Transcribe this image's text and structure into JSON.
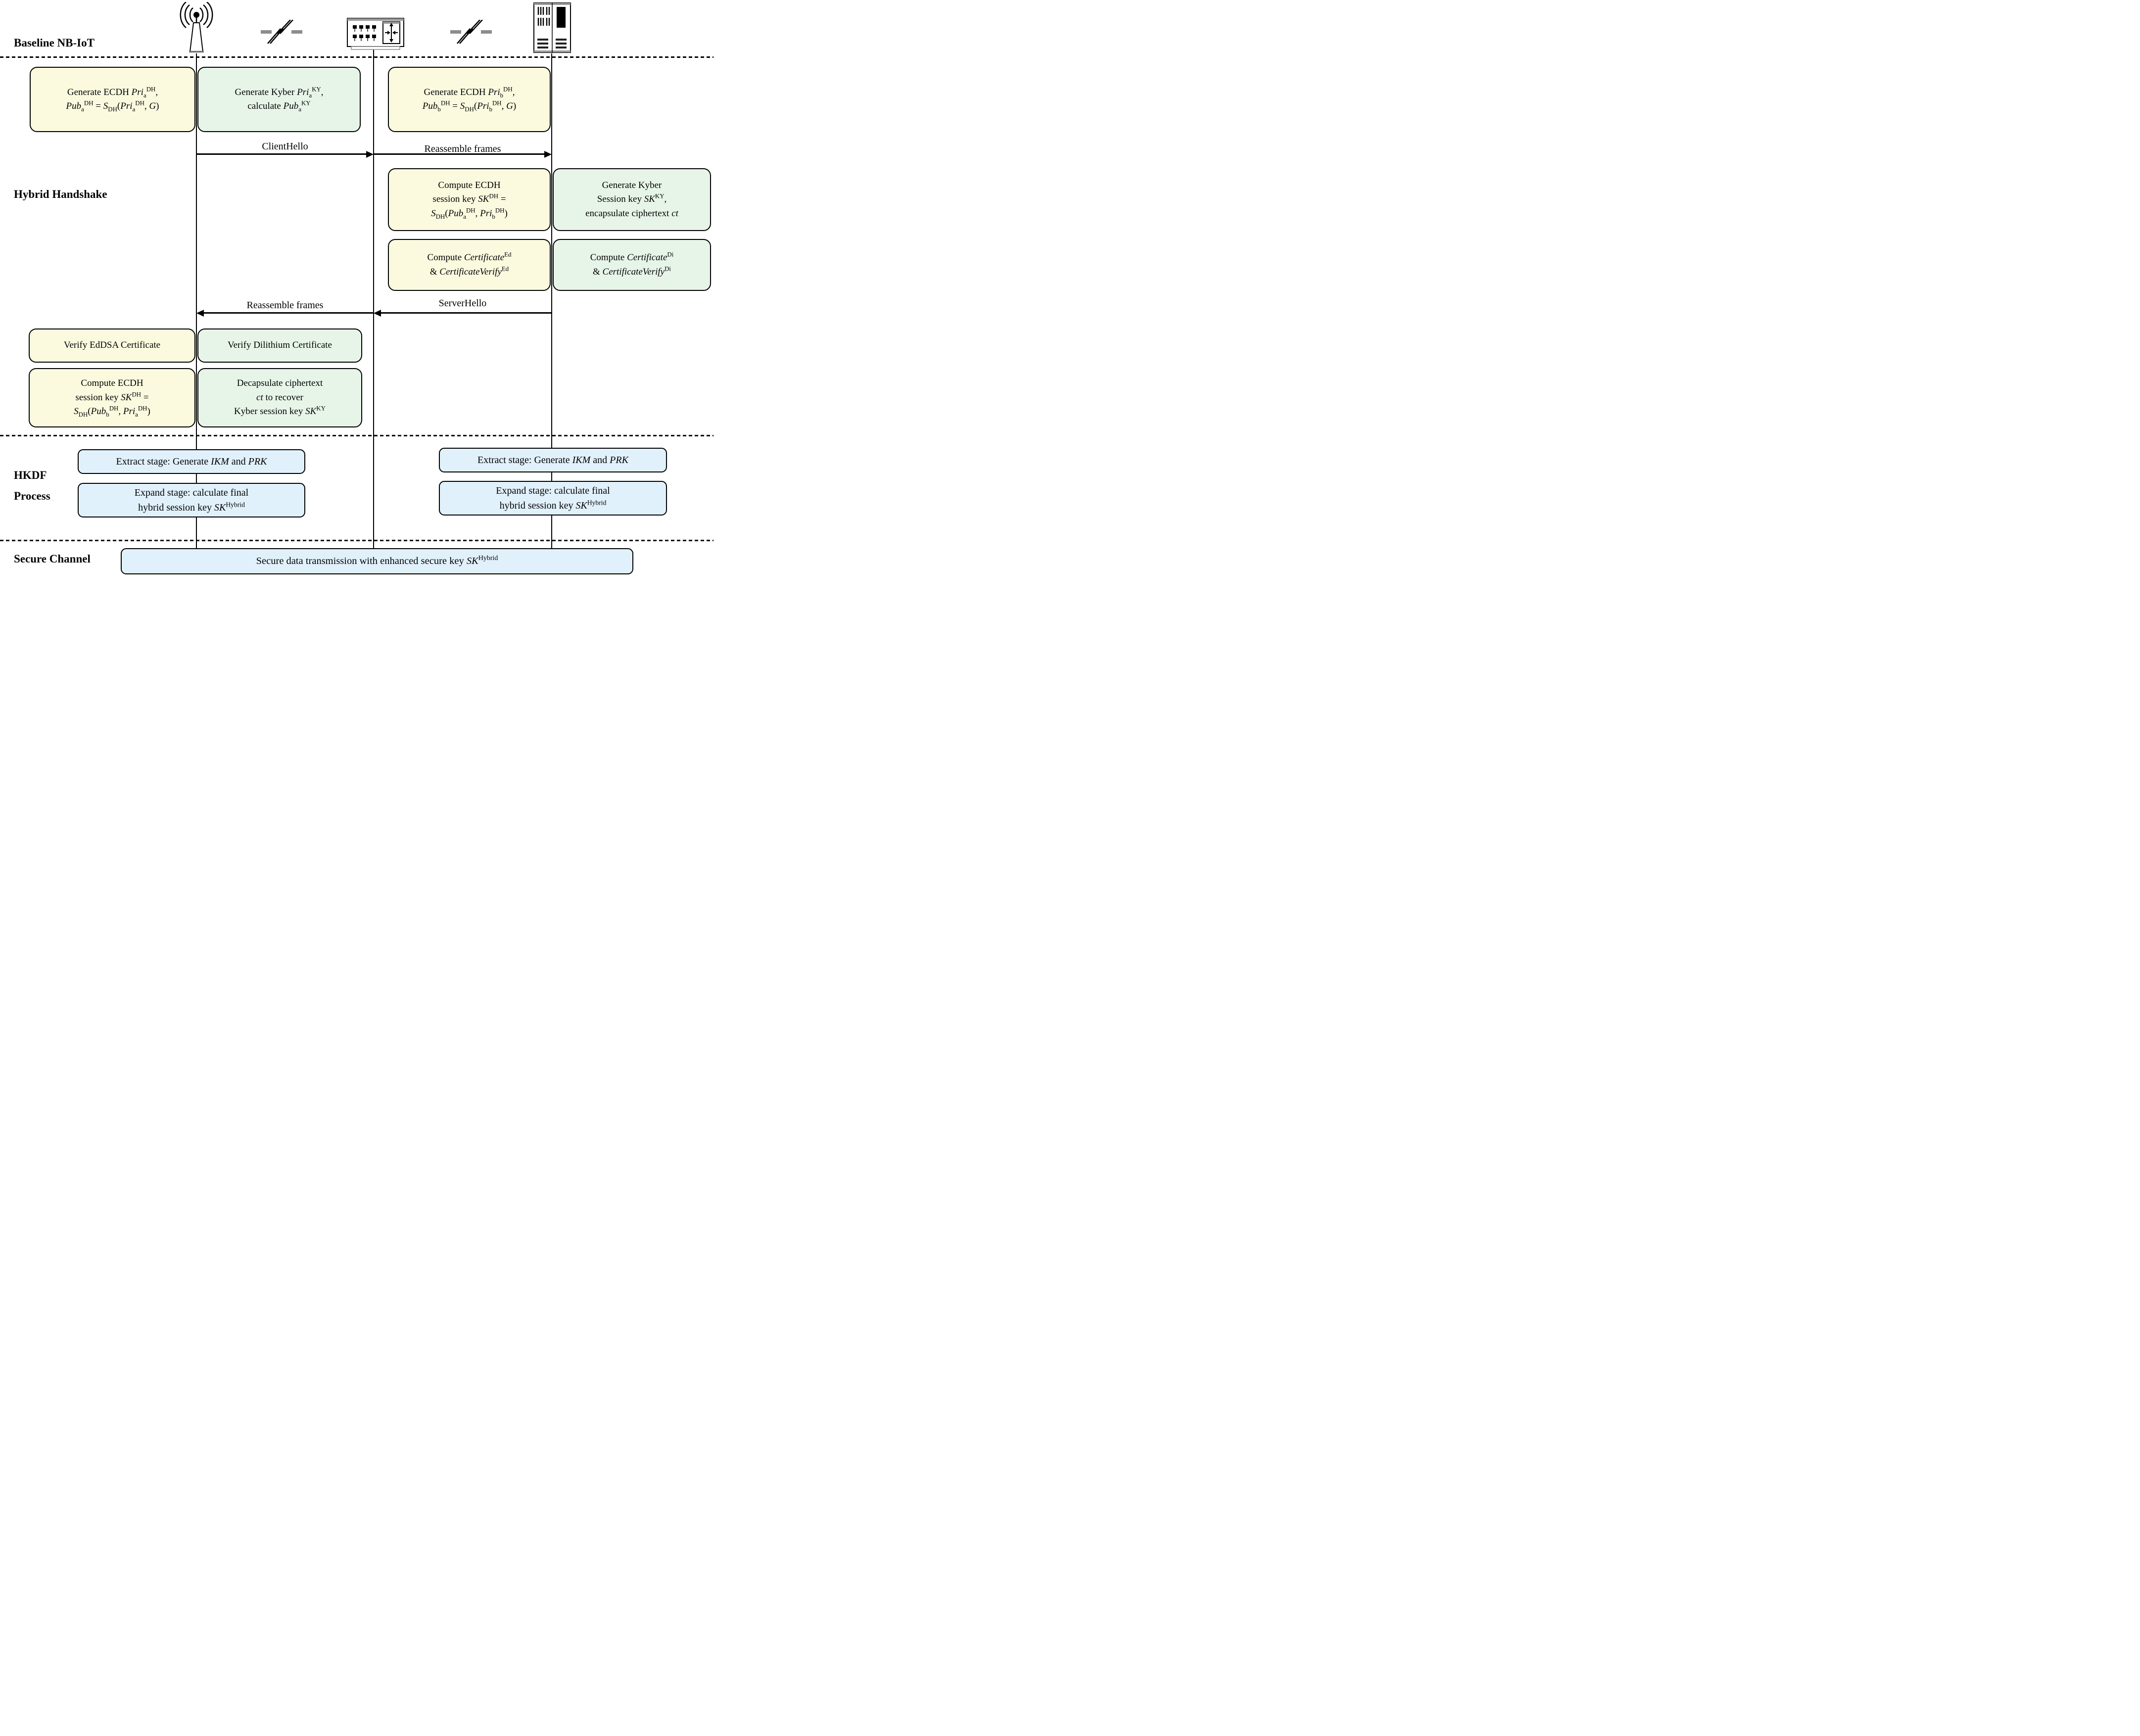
{
  "sections": {
    "baseline": "Baseline NB-IoT",
    "handshake": "Hybrid Handshake",
    "hkdf_line1": "HKDF",
    "hkdf_line2": "Process",
    "secure": "Secure Channel"
  },
  "icons": {
    "device": "cell-tower-icon",
    "link_left": "wireless-link-icon",
    "gateway": "switch-icon",
    "link_right": "wireless-link-icon",
    "server": "server-icon"
  },
  "colors": {
    "classic_box": "#FBFADF",
    "pqc_box": "#E7F5E9",
    "hkdf_box": "#E1F1FB",
    "border": "#000000"
  },
  "messages": {
    "client_hello": "ClientHello",
    "reassemble_1": "Reassemble frames",
    "reassemble_2": "Reassemble frames",
    "server_hello": "ServerHello"
  },
  "boxes": {
    "gen_ecdh_a": {
      "lines": [
        "Generate ECDH *Pri*_{a}^{DH},",
        "*Pub*_{a}^{DH} = *S*_{DH}(*Pri*_{a}^{DH}, *G*)"
      ]
    },
    "gen_kyber_a": {
      "lines": [
        "Generate Kyber *Pri*_{a}^{KY},",
        "calculate *Pub*_{a}^{KY}"
      ]
    },
    "gen_ecdh_b": {
      "lines": [
        "Generate ECDH *Pri*_{b}^{DH},",
        "*Pub*_{b}^{DH} = *S*_{DH}(*Pri*_{b}^{DH}, *G*)"
      ]
    },
    "compute_sk_b": {
      "lines": [
        "Compute ECDH",
        "session key *SK*^{DH} =",
        "*S*_{DH}(*Pub*_{a}^{DH}, *Pri*_{b}^{DH})"
      ]
    },
    "gen_kyber_session_b": {
      "lines": [
        "Generate Kyber",
        "Session key *SK*^{KY},",
        "encapsulate ciphertext *ct*"
      ]
    },
    "cert_ed": {
      "lines": [
        "Compute *Certificate*^{Ed}",
        "& *CertificateVerify*^{Ed}"
      ]
    },
    "cert_di": {
      "lines": [
        "Compute *Certificate*^{Di}",
        "& *CertificateVerify*^{Di}"
      ]
    },
    "verify_eddsa": {
      "lines": [
        "Verify EdDSA Certificate"
      ]
    },
    "verify_dilithium": {
      "lines": [
        "Verify Dilithium Certificate"
      ]
    },
    "compute_sk_a": {
      "lines": [
        "Compute ECDH",
        "session key *SK*^{DH} =",
        "*S*_{DH}(*Pub*_{b}^{DH}, *Pri*_{a}^{DH})"
      ]
    },
    "decapsulate_a": {
      "lines": [
        "Decapsulate ciphertext",
        "*ct* to recover",
        "Kyber session key *SK*^{KY}"
      ]
    },
    "extract_left": {
      "lines": [
        "Extract stage: Generate *IKM* and *PRK*"
      ]
    },
    "expand_left": {
      "lines": [
        "Expand stage: calculate final",
        "hybrid session key *SK*^{Hybrid}"
      ]
    },
    "extract_right": {
      "lines": [
        "Extract stage: Generate *IKM* and *PRK*"
      ]
    },
    "expand_right": {
      "lines": [
        "Expand stage: calculate final",
        "hybrid session key *SK*^{Hybrid}"
      ]
    },
    "secure_transmission": {
      "lines": [
        "Secure data transmission with enhanced secure key *SK*^{Hybrid}"
      ]
    }
  }
}
